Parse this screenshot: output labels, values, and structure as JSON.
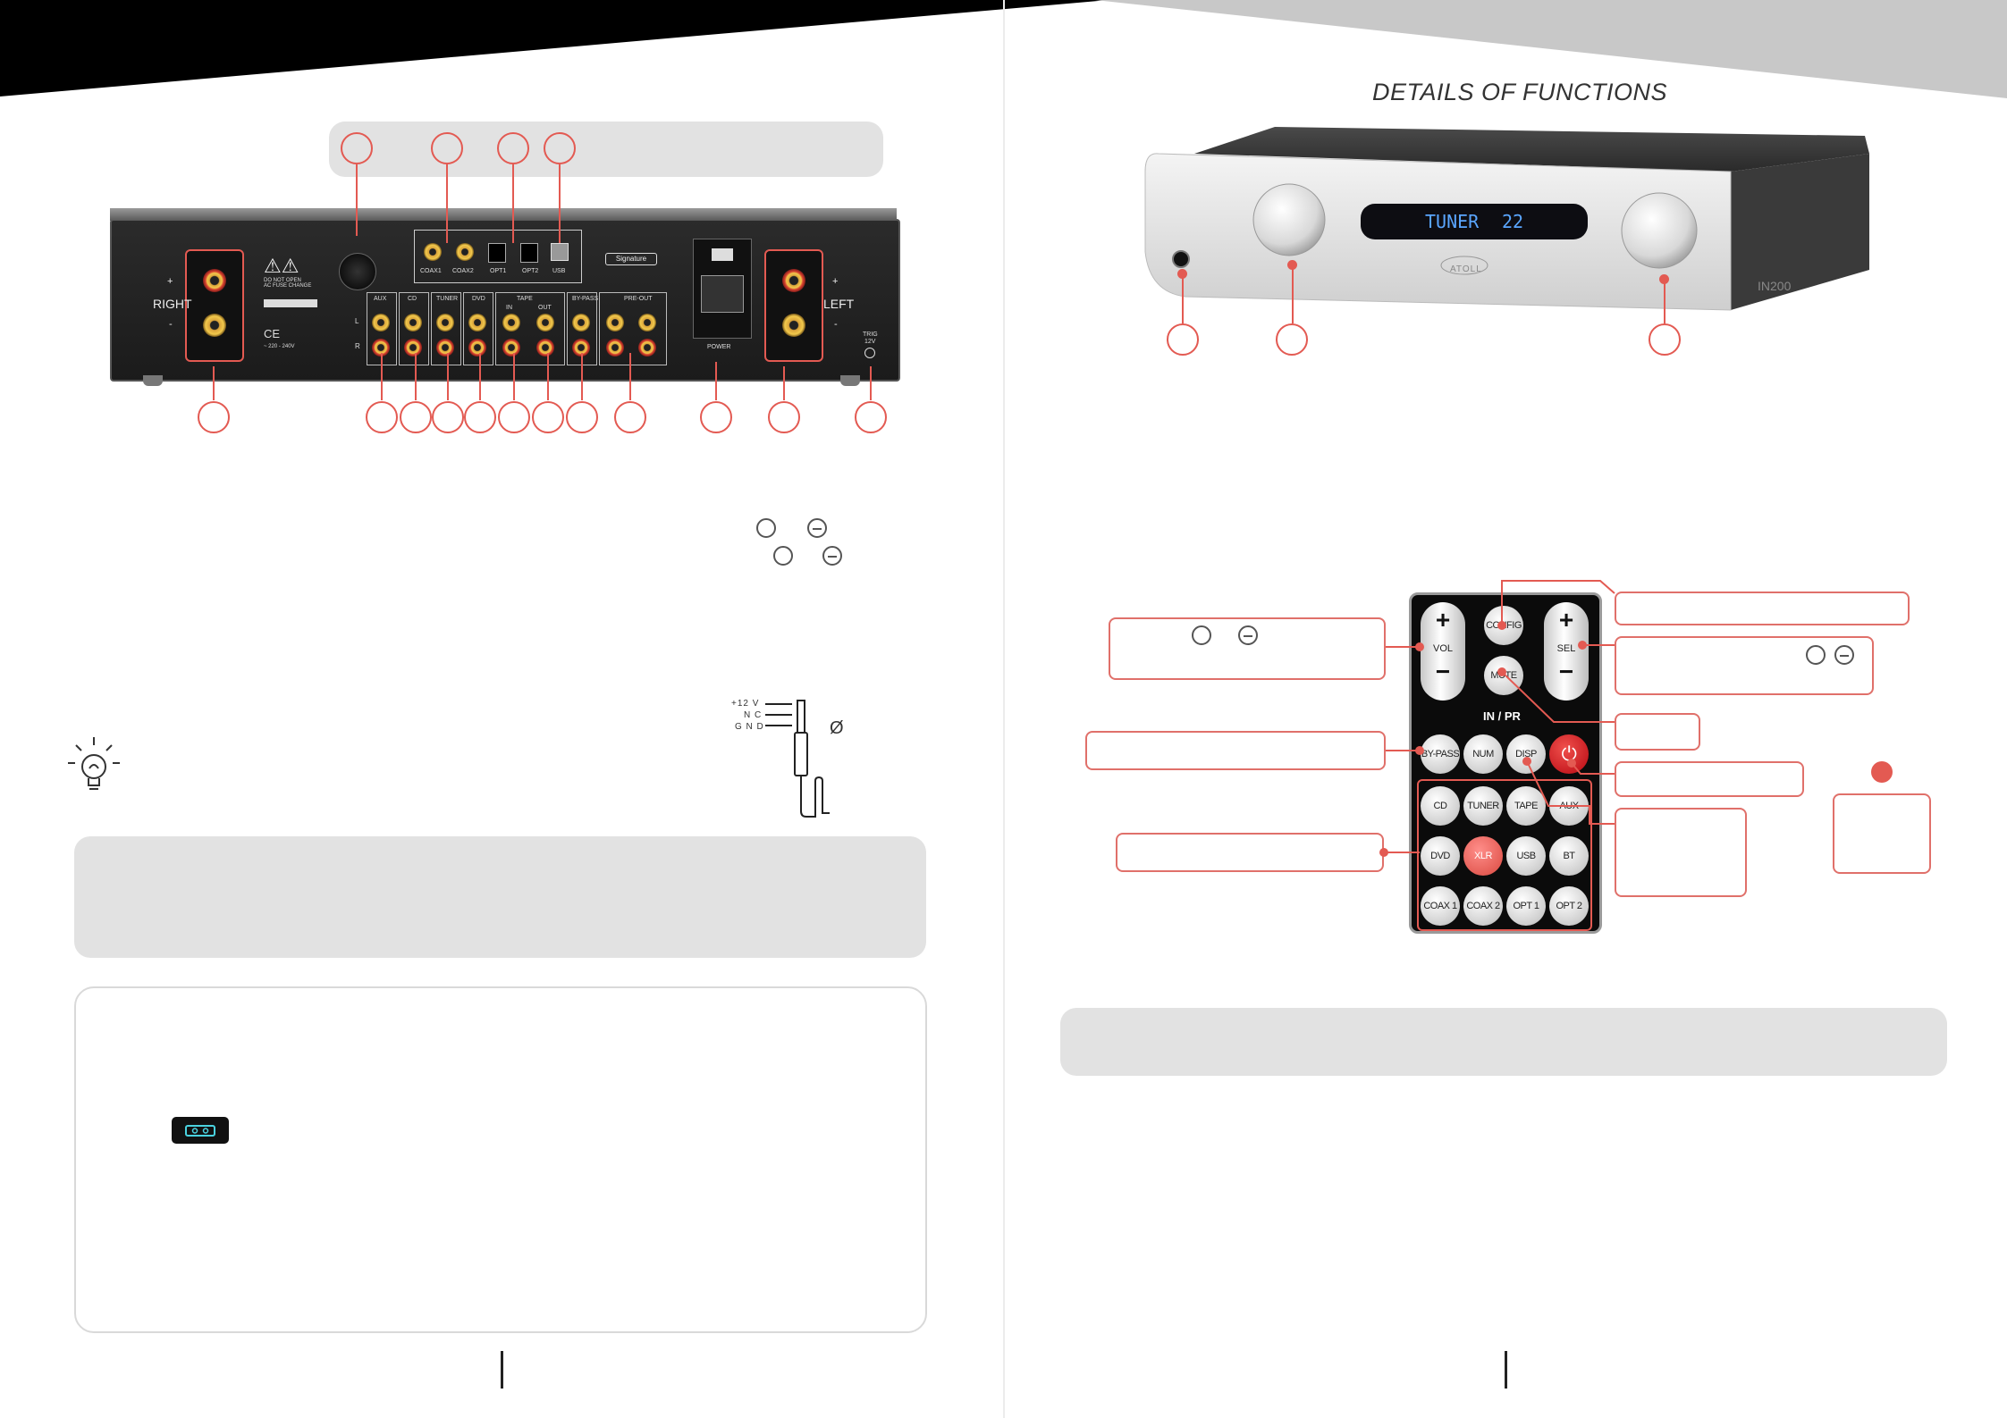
{
  "header": {
    "left_band_color": "#000000",
    "right_band_color": "#c8c8c8"
  },
  "page_title": "DETAILS OF FUNCTIONS",
  "rear_panel": {
    "side_right_label": "RIGHT",
    "side_left_label": "LEFT",
    "plus": "+",
    "minus": "-",
    "digital_labels": [
      "COAX1",
      "COAX2",
      "OPT1",
      "OPT2",
      "USB"
    ],
    "signature_label": "Signature",
    "input_group_labels": [
      "AUX",
      "CD",
      "TUNER",
      "DVD",
      "TAPE",
      "IN",
      "OUT",
      "BY-PASS",
      "PRE-OUT"
    ],
    "channel_l": "L",
    "channel_r": "R",
    "power_label": "POWER",
    "trig_label_line1": "TRIG",
    "trig_label_line2": "12V",
    "warning_lines": [
      "DO NOT OPEN",
      "AC FUSE CHANGE"
    ],
    "voltage_label": "~ 220 - 240V",
    "ce_mark": "CE"
  },
  "front_panel": {
    "display_text_left": "TUNER",
    "display_text_right": "22",
    "model_label": "IN200",
    "brand_label": "ATOLL"
  },
  "trigger_diagram": {
    "lines": [
      "+12 V",
      "N C",
      "G N D"
    ],
    "diameter_symbol": "Ø"
  },
  "remote": {
    "vol_plus": "+",
    "vol_label": "VOL",
    "vol_minus": "−",
    "sel_plus": "+",
    "sel_label": "SEL",
    "sel_minus": "−",
    "config": "CONFIG",
    "mute": "MUTE",
    "in_pr": "IN / PR",
    "row1": [
      "BY-PASS",
      "NUM",
      "DISP"
    ],
    "power_symbol": "⏻",
    "row2": [
      "CD",
      "TUNER",
      "TAPE",
      "AUX"
    ],
    "row3": [
      "DVD",
      "XLR",
      "USB",
      "BT"
    ],
    "row4": [
      "COAX 1",
      "COAX 2",
      "OPT 1",
      "OPT 2"
    ]
  },
  "colors": {
    "accent": "#e35a52",
    "panel_grey": "#e2e2e2"
  },
  "icons": [
    "lightbulb-icon",
    "tape-mode-icon",
    "headphone-jack-icon",
    "power-icon"
  ]
}
